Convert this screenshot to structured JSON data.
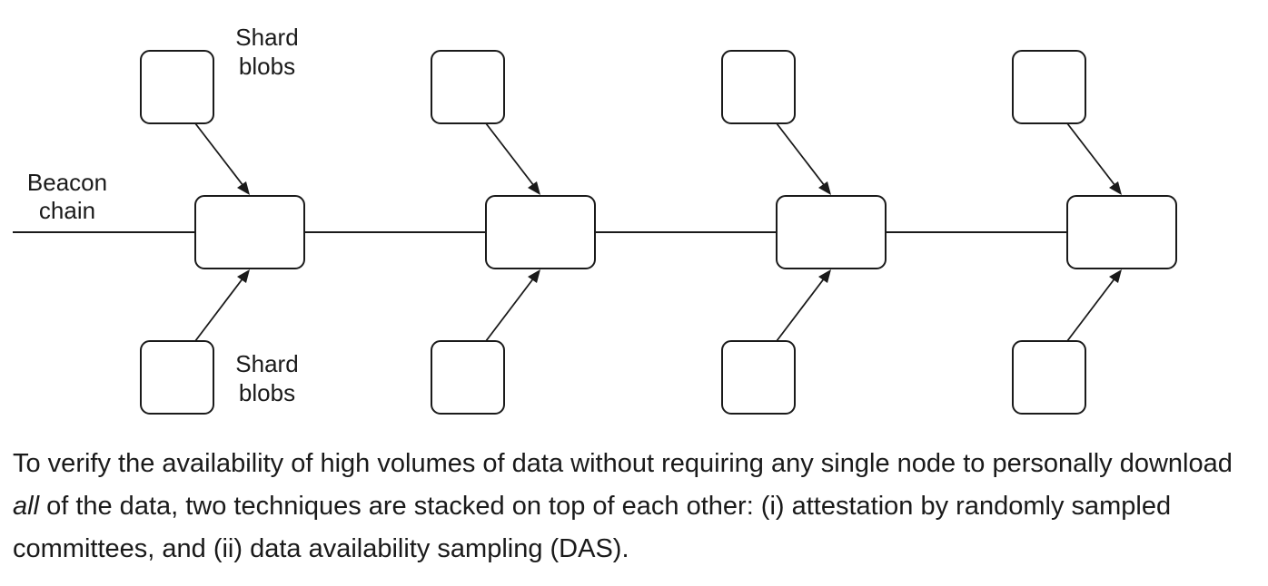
{
  "diagram": {
    "beacon_label_line1": "Beacon",
    "beacon_label_line2": "chain",
    "shard_label_top_line1": "Shard",
    "shard_label_top_line2": "blobs",
    "shard_label_bottom_line1": "Shard",
    "shard_label_bottom_line2": "blobs",
    "block_count": 4
  },
  "caption": {
    "part1": "To verify the availability of high volumes of data without requiring any single node to personally download ",
    "emphasis": "all",
    "part2": " of the data, two techniques are stacked on top of each other: (i) attestation by randomly sampled committees, and (ii) data availability sampling (DAS)."
  }
}
